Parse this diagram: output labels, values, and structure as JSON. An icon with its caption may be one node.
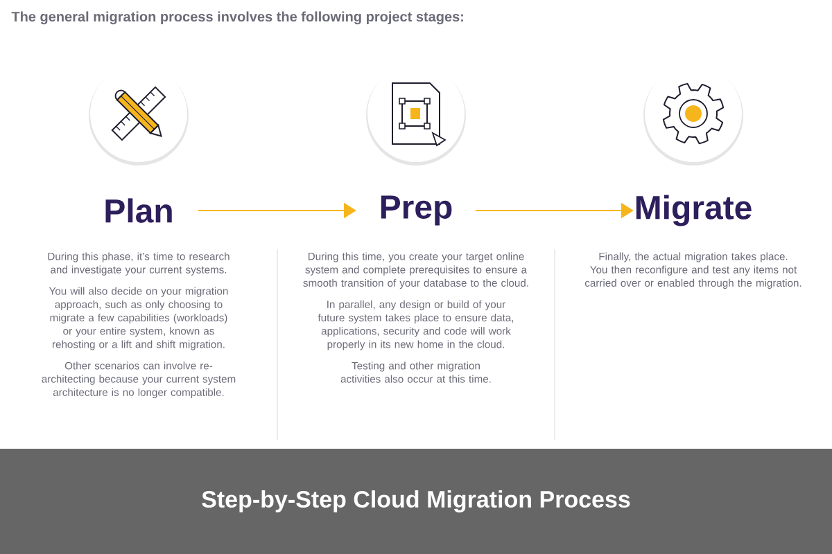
{
  "diagram": {
    "caption": "Step-by-Step Cloud Migration Process",
    "nodes": [
      {
        "text": [
          "Plan"
        ],
        "beside": [
          "During this phase, it’s time to research and investigate your current systems.",
          "You will also decide on your migration approach, such as only choosing to migrate a few capabilities (workloads) or your entire system, known as rehosting or a lift and shift migration.",
          "Other scenarios can involve re-architecting because your current system architecture is no longer compatible."
        ]
      },
      {
        "text": [
          "Prep"
        ],
        "beside": [
          "During this time, you create your target online system and complete prerequisites to ensure a smooth transition of your database to the cloud.",
          "In parallel, any design or build of your future system takes place to ensure data, applications, security and code will work properly in its new home in the cloud.",
          "Testing and other migration activities also occur at this time."
        ]
      },
      {
        "text": [
          "Migrate"
        ],
        "beside": [
          "Finally, the actual migration takes place. You then reconfigure and test any items not carried over or enabled through the migration."
        ]
      }
    ],
    "edges": [
      {
        "from": 0,
        "to": 1,
        "arrow": "to"
      },
      {
        "from": 1,
        "to": 2,
        "arrow": "to"
      }
    ],
    "labels": [
      "The general migration process involves the following project stages:"
    ]
  }
}
